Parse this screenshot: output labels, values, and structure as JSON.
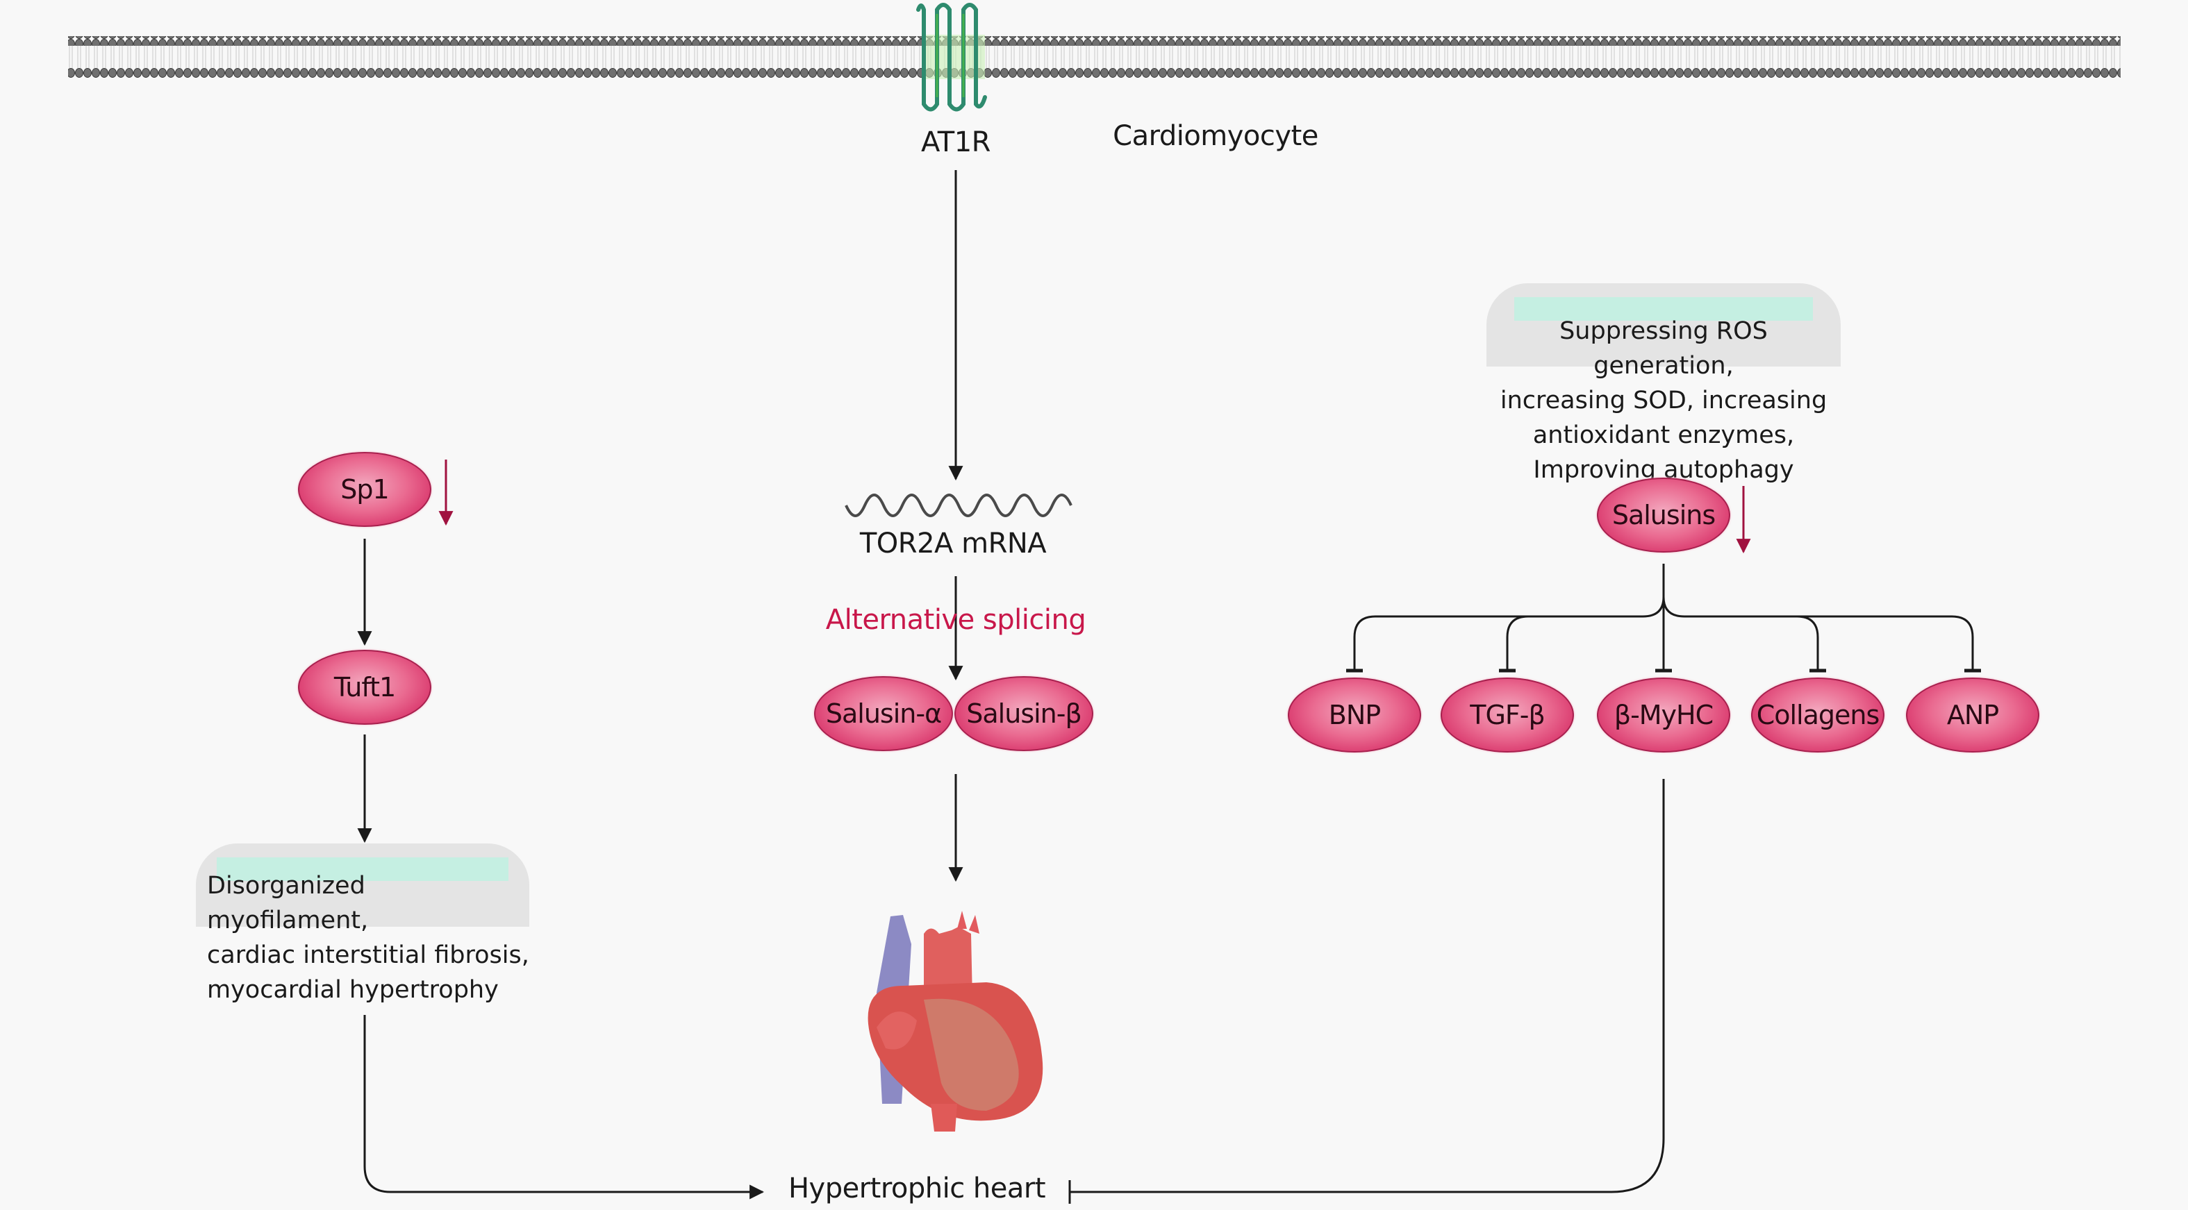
{
  "labels": {
    "receptor": "AT1R",
    "cell": "Cardiomyocyte",
    "mrna": "TOR2A mRNA",
    "splicing": "Alternative splicing",
    "outcome": "Hypertrophic heart"
  },
  "left_pathway": {
    "nodes": [
      "Sp1",
      "Tuft1"
    ],
    "sp1_trend": "down",
    "effects": [
      "Disorganized myofilament,",
      "cardiac interstitial fibrosis,",
      "myocardial hypertrophy"
    ]
  },
  "center_pathway": {
    "isoforms": [
      "Salusin-α",
      "Salusin-β"
    ]
  },
  "right_pathway": {
    "source": "Salusins",
    "source_trend": "down",
    "effects": [
      "Suppressing ROS generation,",
      "increasing SOD, increasing",
      "antioxidant enzymes,",
      "Improving autophagy"
    ],
    "inhibited_targets": [
      "BNP",
      "TGF-β",
      "β-MyHC",
      "Collagens",
      "ANP"
    ]
  },
  "colors": {
    "node_fill": "#e8628a",
    "down_arrow": "#a0123f",
    "splicing_text": "#c8174a",
    "receptor": "#2e8b6e",
    "membrane": "#6b6b6b",
    "box_cap": "#e4e4e4",
    "box_band": "#c5efe2"
  }
}
